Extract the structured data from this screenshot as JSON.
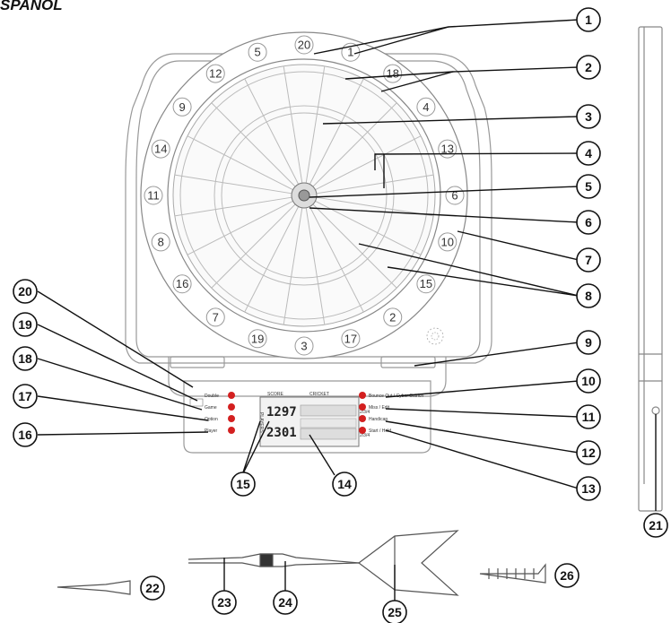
{
  "header": {
    "title": "SPANOL"
  },
  "board": {
    "ring_numbers": [
      "20",
      "1",
      "18",
      "4",
      "13",
      "6",
      "10",
      "15",
      "2",
      "17",
      "3",
      "19",
      "7",
      "16",
      "8",
      "11",
      "14",
      "9",
      "12",
      "5"
    ]
  },
  "console": {
    "score_label": "SCORE",
    "cricket_label": "CRICKET",
    "players_label": "PLAYERS",
    "score_top": "1297",
    "score_bottom": "2301",
    "left_buttons": [
      "Double",
      "Game",
      "Option",
      "Player"
    ],
    "right_buttons": [
      "Bounce Out / Cyber Ostrich",
      "Miss / Edit",
      "Handicap",
      "Start / Hold"
    ],
    "row_suffix_top": "2/3/4",
    "row_suffix_bottom": "2/3/4"
  },
  "callouts": [
    "1",
    "2",
    "3",
    "4",
    "5",
    "6",
    "7",
    "8",
    "9",
    "10",
    "11",
    "12",
    "13",
    "14",
    "15",
    "16",
    "17",
    "18",
    "19",
    "20",
    "21",
    "22",
    "23",
    "24",
    "25",
    "26"
  ]
}
